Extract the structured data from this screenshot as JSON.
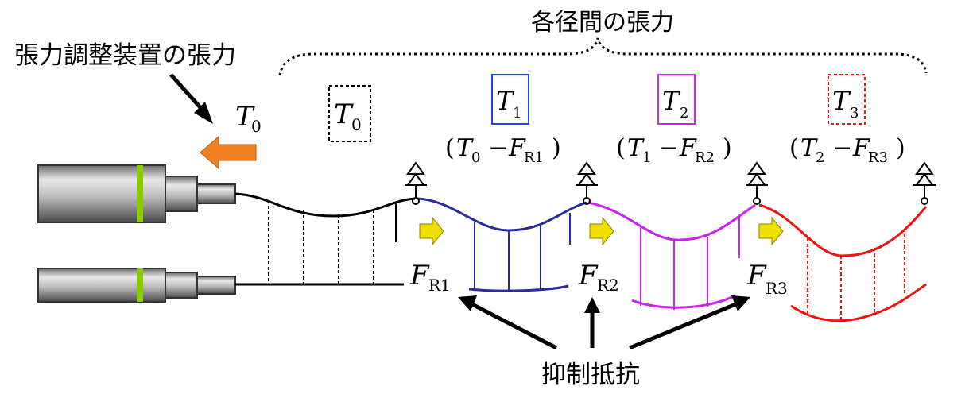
{
  "labels": {
    "span_tension": "各径間の張力",
    "adjuster_tension": "張力調整装置の張力",
    "restraint": "抑制抵抗"
  },
  "symbols": {
    "t_main": "T",
    "f_main": "F",
    "minus": "−",
    "lparen": "(",
    "rparen": ")",
    "outer_t0_sub": "0",
    "box_t0_sub": "0",
    "boxes": [
      {
        "sub": "1",
        "f_t_sub": "0",
        "f_r_sub": "R1"
      },
      {
        "sub": "2",
        "f_t_sub": "1",
        "f_r_sub": "R2"
      },
      {
        "sub": "3",
        "f_t_sub": "2",
        "f_r_sub": "R3"
      }
    ],
    "forces": [
      {
        "sub": "R1"
      },
      {
        "sub": "R2"
      },
      {
        "sub": "R3"
      }
    ]
  },
  "colors": {
    "span0": "#000000",
    "span1": "#2b2b9a",
    "span2": "#cc22ee",
    "span3": "#ee1111",
    "arrow_orange": "#f08020",
    "arrow_yellow": "#f0e000",
    "band_green": "#88cc00"
  }
}
